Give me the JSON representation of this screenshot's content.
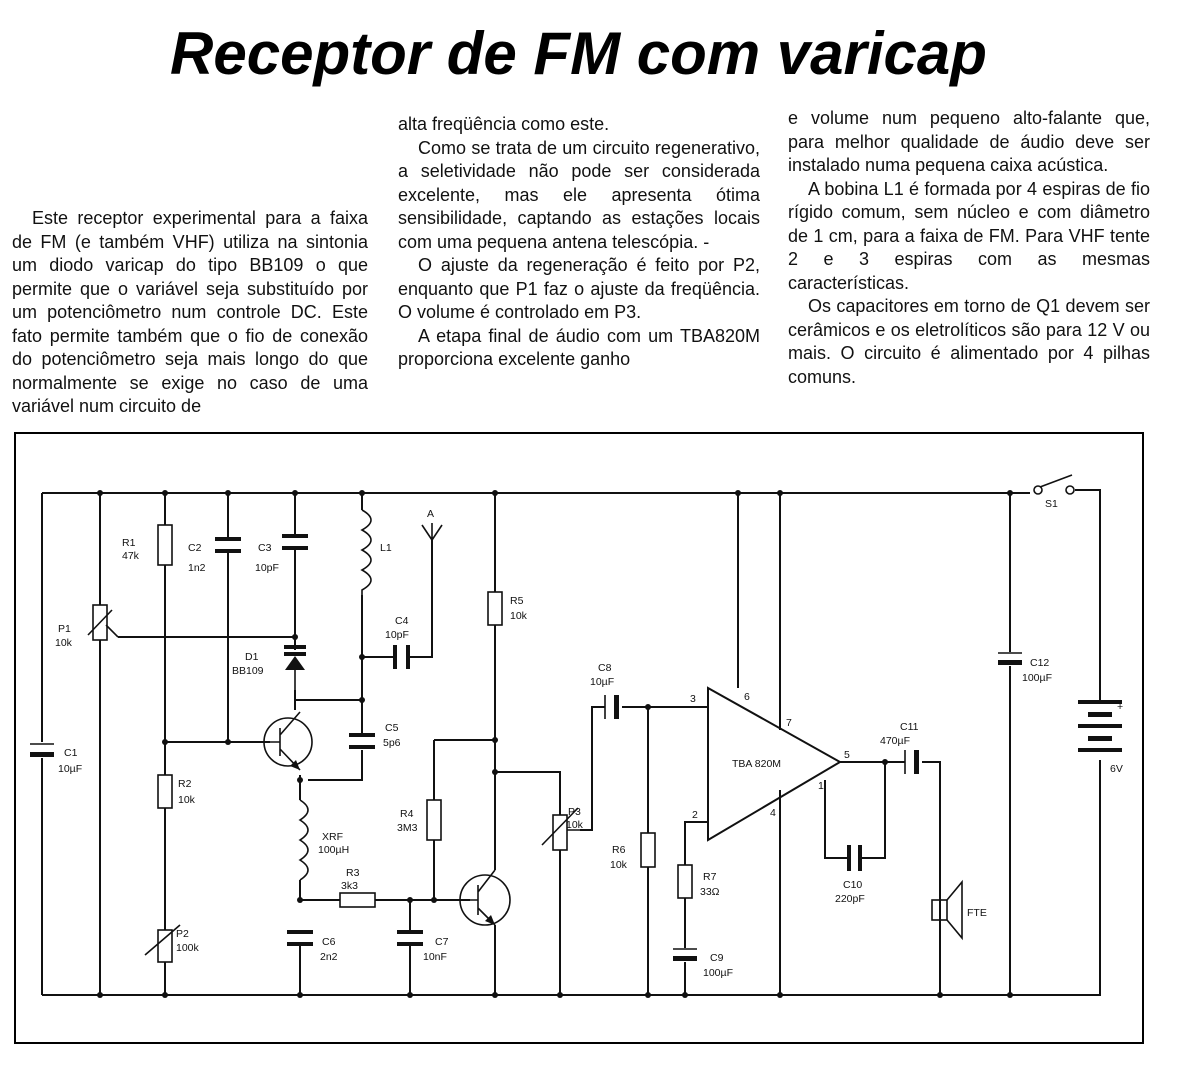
{
  "title": "Receptor de FM com varicap",
  "columns": {
    "col1": [
      "Este receptor experimental para a faixa de FM (e também VHF) utiliza na sintonia um diodo varicap do tipo BB109 o que permite que o variável seja substituído por um potenciômetro num controle DC. Este fato permite também que o fio de conexão do potenciômetro seja mais longo do que normalmente se exige no caso de uma variável num circuito de"
    ],
    "col2": [
      "alta freqüência como este.",
      "Como se trata de um circuito regenerativo, a seletividade não pode ser considerada excelente, mas ele apresenta ótima sensibilidade, captando as estações locais com uma pequena antena telescópia. -",
      "O ajuste da regeneração é feito por P2, enquanto que P1 faz o ajuste da freqüência. O volume é controlado em P3.",
      "A etapa final de áudio com um TBA820M proporciona excelente ganho"
    ],
    "col3": [
      "e volume num pequeno alto-falante que, para melhor qualidade de áudio deve ser instalado numa pequena caixa acústica.",
      "A bobina L1 é formada por 4 espiras de fio rígido comum, sem núcleo e com diâmetro de 1 cm, para a faixa de FM. Para VHF tente 2 e 3 espiras com as mesmas características.",
      "Os capacitores em torno de Q1 devem ser cerâmicos e os eletrolíticos são para 12 V ou mais. O circuito é alimentado por 4 pilhas comuns."
    ]
  },
  "schematic": {
    "labels": {
      "r1": "R1",
      "r1v": "47k",
      "c2": "C2",
      "c2v": "1n2",
      "c3": "C3",
      "c3v": "10pF",
      "l1": "L1",
      "ant": "A",
      "c4": "C4",
      "c4v": "10pF",
      "p1": "P1",
      "p1v": "10k",
      "d1": "D1",
      "d1v": "BB109",
      "c5": "C5",
      "c5v": "5p6",
      "c1": "C1",
      "c1v": "10µF",
      "r2": "R2",
      "r2v": "10k",
      "xrf": "XRF",
      "xrfv": "100µH",
      "r3": "R3",
      "r3v": "3k3",
      "p2": "P2",
      "p2v": "100k",
      "c6": "C6",
      "c6v": "2n2",
      "c7": "C7",
      "c7v": "10nF",
      "r4": "R4",
      "r4v": "3M3",
      "r5": "R5",
      "r5v": "10k",
      "c8": "C8",
      "c8v": "10µF",
      "p3": "P3",
      "p3v": "10k",
      "r6": "R6",
      "r6v": "10k",
      "r7": "R7",
      "r7v": "33Ω",
      "c9": "C9",
      "c9v": "100µF",
      "ic": "TBA 820M",
      "pin3": "3",
      "pin6": "6",
      "pin7": "7",
      "pin5": "5",
      "pin1": "1",
      "pin2": "2",
      "pin4": "4",
      "c11": "C11",
      "c11v": "470µF",
      "c10": "C10",
      "c10v": "220pF",
      "fte": "FTE",
      "c12": "C12",
      "c12v": "100µF",
      "s1": "S1",
      "bplus": "+",
      "bv": "6V"
    }
  }
}
